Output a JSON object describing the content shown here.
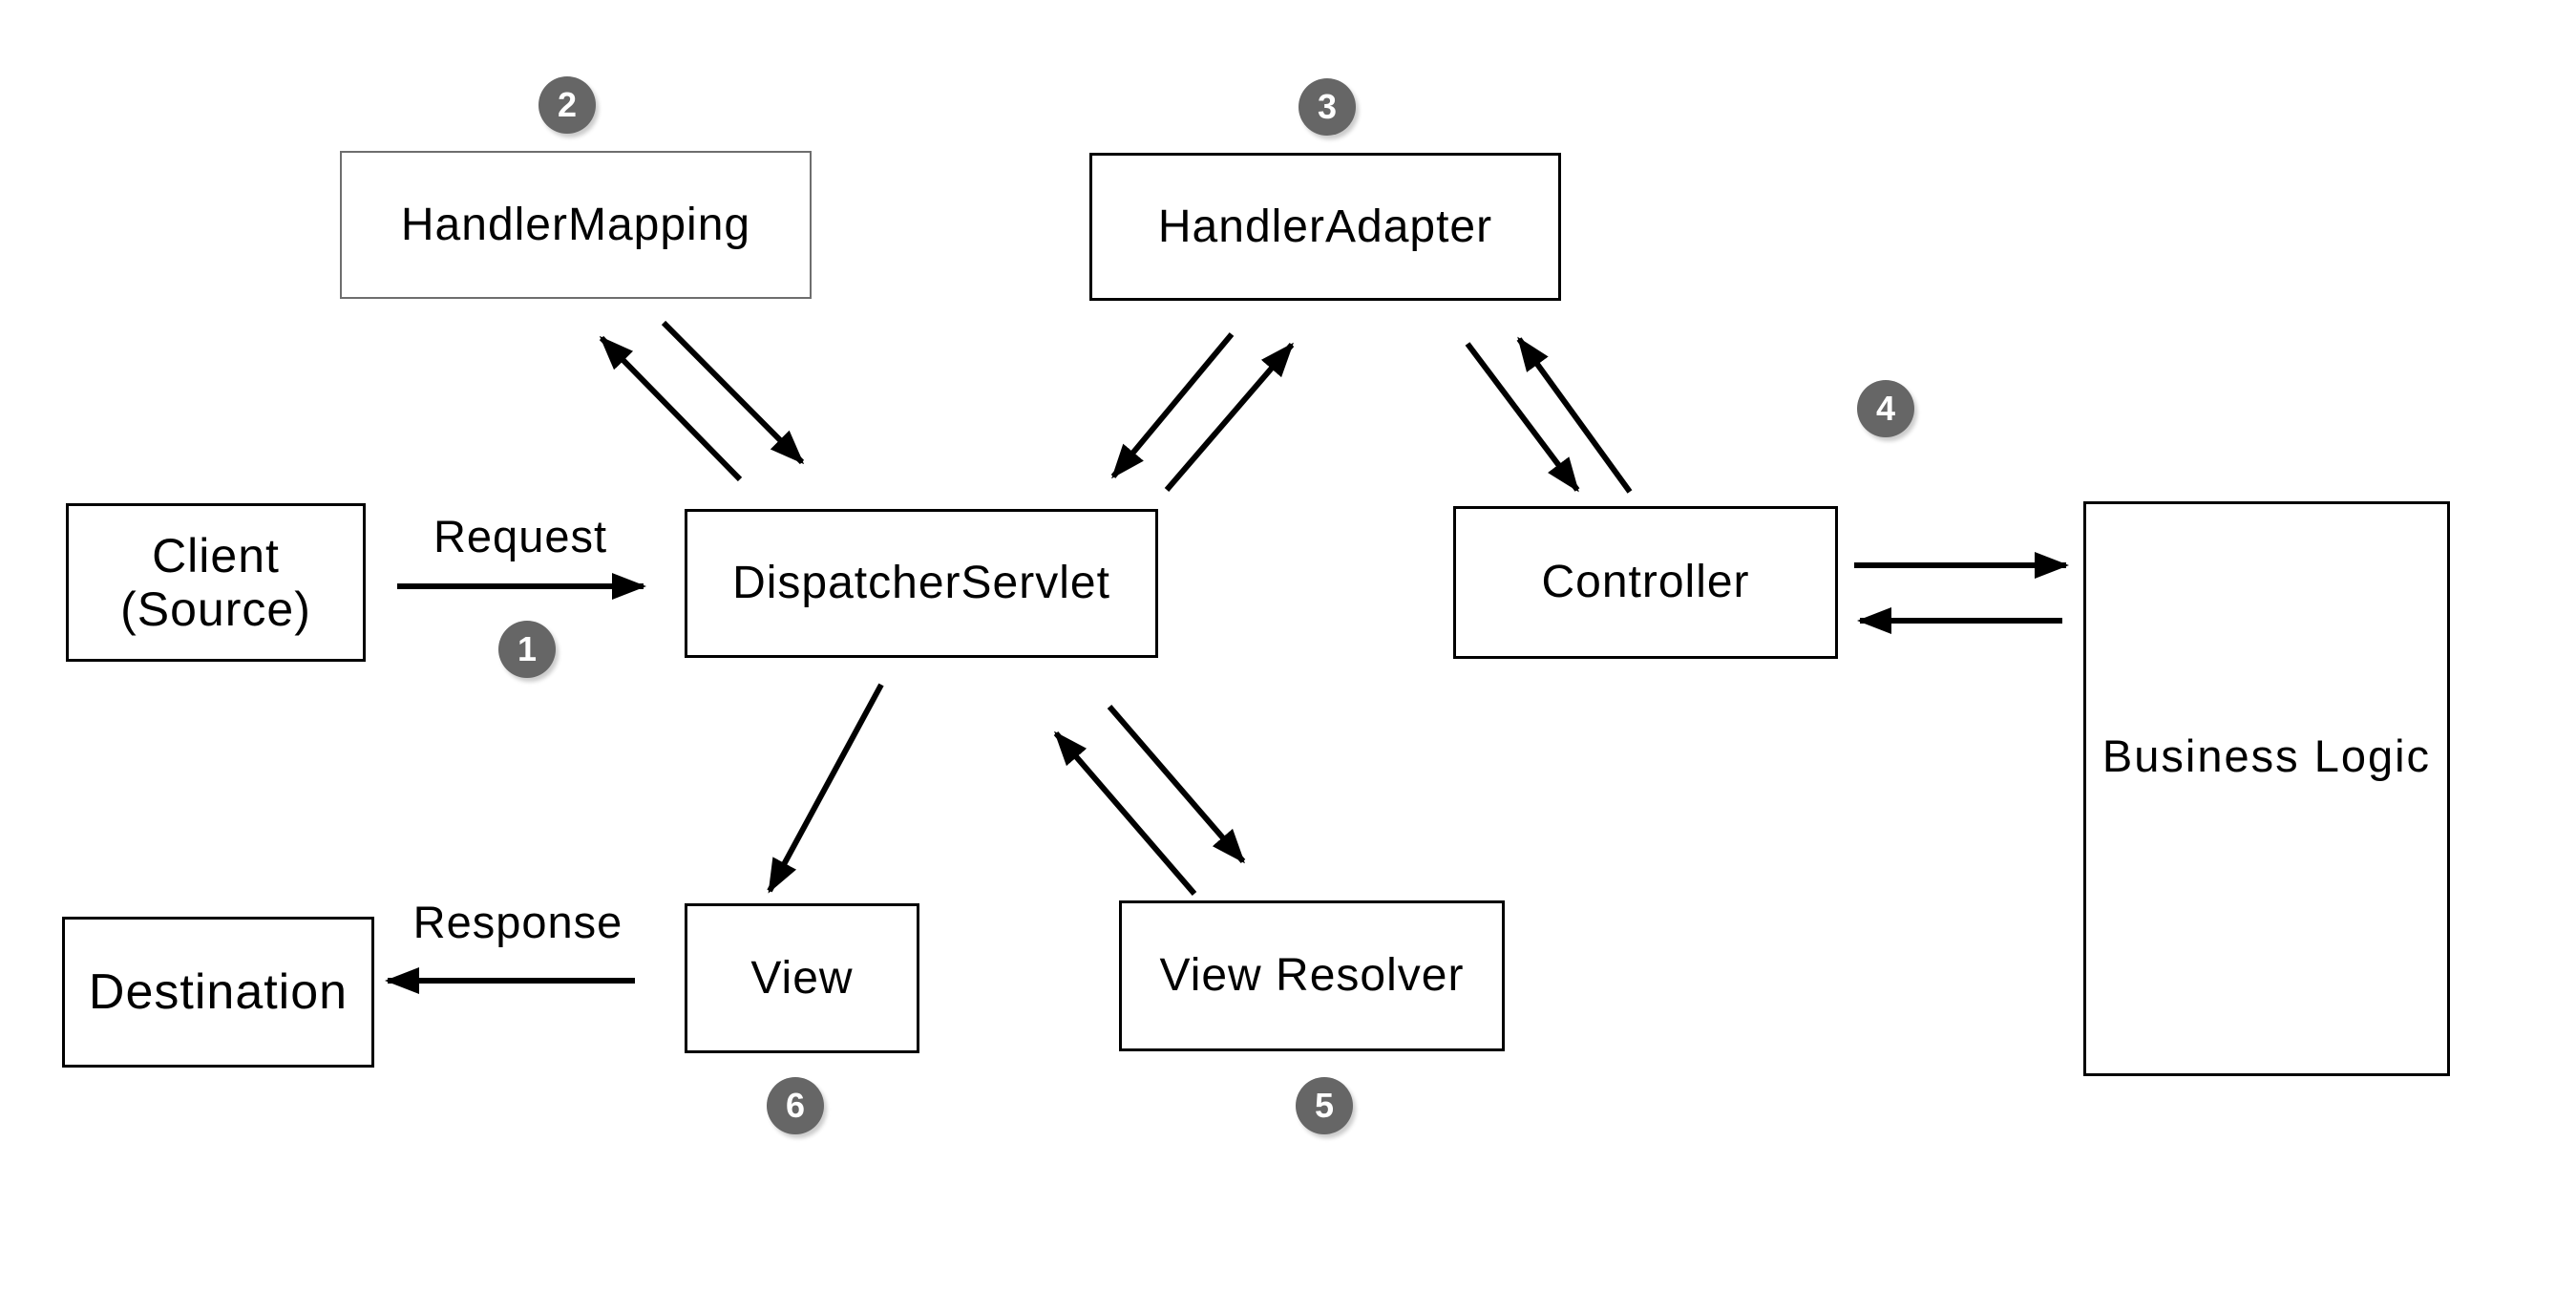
{
  "colors": {
    "badge_bg": "#666666",
    "badge_text": "#ffffff",
    "box_border": "#000000",
    "handler_mapping_border": "#6e6e6e",
    "arrow": "#000000",
    "background": "#ffffff"
  },
  "nodes": {
    "handler_mapping": {
      "label": "HandlerMapping",
      "step": "2"
    },
    "handler_adapter": {
      "label": "HandlerAdapter",
      "step": "3"
    },
    "client": {
      "label_line1": "Client",
      "label_line2": "(Source)"
    },
    "dispatcher_servlet": {
      "label": "DispatcherServlet"
    },
    "controller": {
      "label": "Controller",
      "step": "4"
    },
    "business_logic": {
      "label": "Business Logic"
    },
    "view": {
      "label": "View",
      "step": "6"
    },
    "view_resolver": {
      "label": "View Resolver",
      "step": "5"
    },
    "destination": {
      "label": "Destination"
    }
  },
  "edges": {
    "request_label": "Request",
    "request_step": "1",
    "response_label": "Response"
  }
}
